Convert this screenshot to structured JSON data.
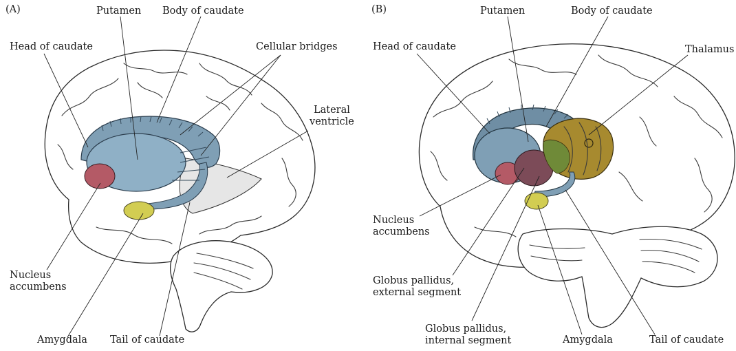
{
  "panel_a": {
    "tag": "(A)",
    "labels": {
      "putamen": "Putamen",
      "body_of_caudate": "Body of caudate",
      "head_of_caudate": "Head of caudate",
      "cellular_bridges": "Cellular bridges",
      "lateral_ventricle_line1": "Lateral",
      "lateral_ventricle_line2": "ventricle",
      "nucleus_accumbens_line1": "Nucleus",
      "nucleus_accumbens_line2": "accumbens",
      "amygdala": "Amygdala",
      "tail_of_caudate": "Tail of caudate"
    }
  },
  "panel_b": {
    "tag": "(B)",
    "labels": {
      "putamen": "Putamen",
      "body_of_caudate": "Body of caudate",
      "head_of_caudate": "Head of caudate",
      "thalamus": "Thalamus",
      "nucleus_accumbens_line1": "Nucleus",
      "nucleus_accumbens_line2": "accumbens",
      "gp_external_line1": "Globus pallidus,",
      "gp_external_line2": "external segment",
      "gp_internal_line1": "Globus pallidus,",
      "gp_internal_line2": "internal segment",
      "amygdala": "Amygdala",
      "tail_of_caudate": "Tail of caudate"
    }
  },
  "colors": {
    "caudate_putamen": "#7f9fb5",
    "nucleus_accumbens": "#b45a66",
    "amygdala": "#d2cd52",
    "globus_pallidus": "#7c4b58",
    "thalamus": "#a78a2f",
    "thalamus_green": "#6f8a38"
  }
}
